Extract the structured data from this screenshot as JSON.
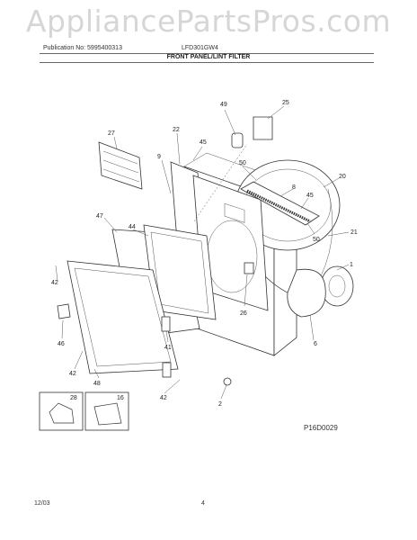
{
  "watermark": "AppliancePartsPros.com",
  "header": {
    "publication": "Publication No: 5995400313",
    "model": "LFD301GW4",
    "title": "FRONT PANEL/LINT FILTER"
  },
  "footer": {
    "date": "12/03",
    "page": "4"
  },
  "figure_code": "P16D0029",
  "callouts": [
    "49",
    "25",
    "27",
    "22",
    "45",
    "9",
    "50",
    "20",
    "8",
    "45",
    "47",
    "44",
    "50",
    "21",
    "1",
    "42",
    "26",
    "6",
    "46",
    "41",
    "42",
    "48",
    "28",
    "16",
    "42",
    "2"
  ]
}
